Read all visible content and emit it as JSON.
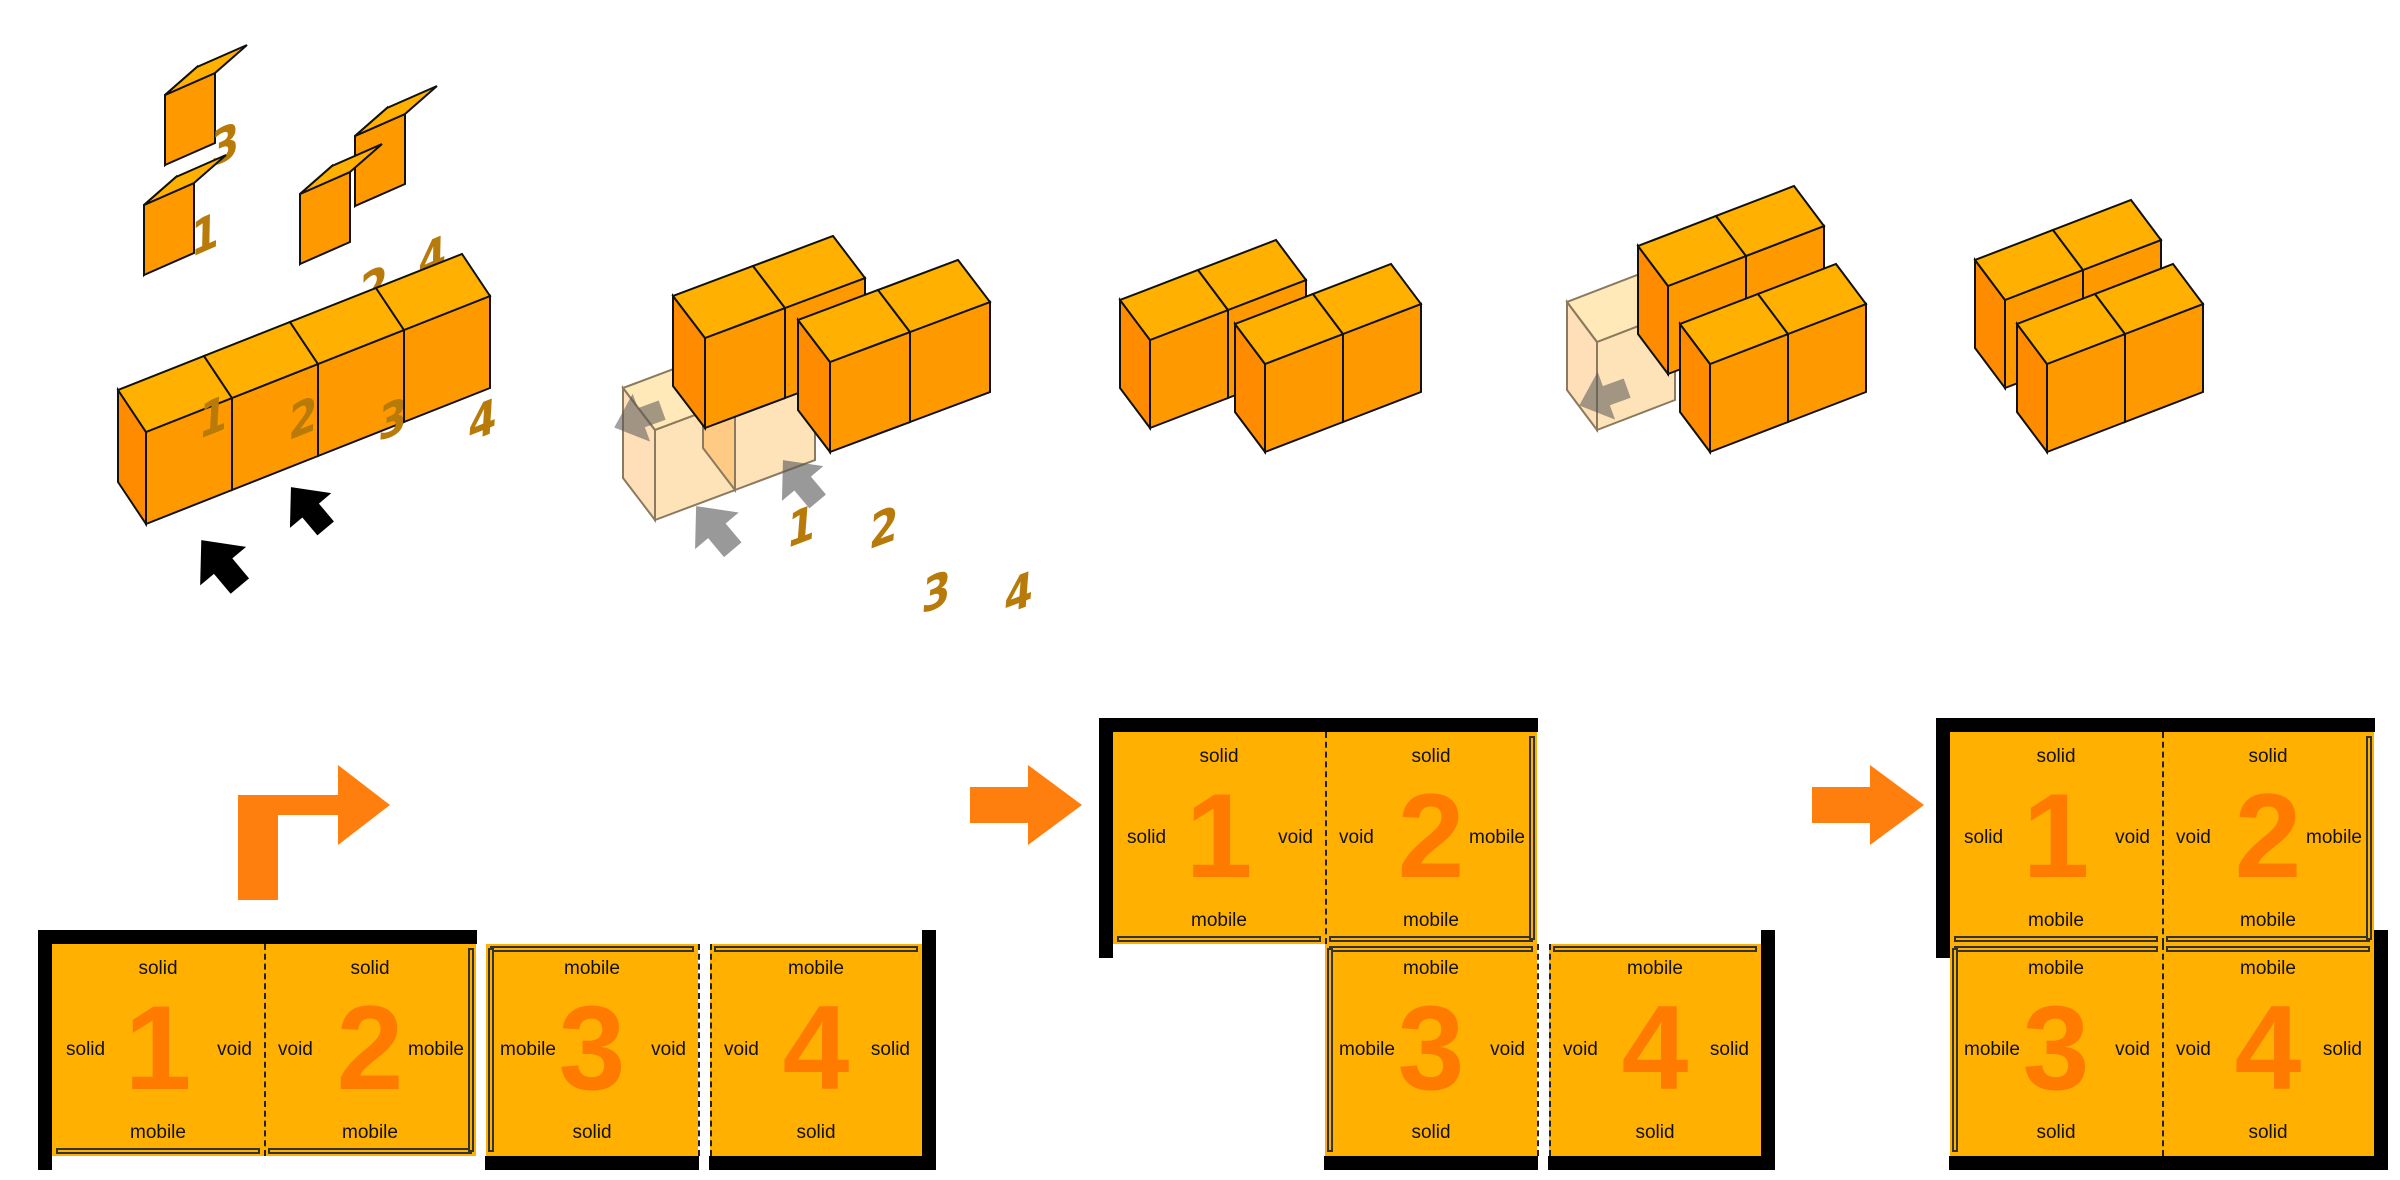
{
  "cube_numbers": [
    "1",
    "2",
    "3",
    "4"
  ],
  "edge_labels": {
    "solid": "solid",
    "void": "void",
    "mobile": "mobile"
  },
  "colors": {
    "tile": "#ffb000",
    "number": "#ff7b00",
    "arrow": "#ff7f0e",
    "solid": "#000000",
    "cube_top": "#ffb000",
    "cube_side": "#ff8c00",
    "cube_front": "#ff9900"
  },
  "stages": [
    {
      "tiles": [
        {
          "number": "1",
          "top": "solid",
          "bottom": "mobile",
          "left": "solid",
          "right": "void"
        },
        {
          "number": "2",
          "top": "solid",
          "bottom": "mobile",
          "left": "void",
          "right": "mobile"
        },
        {
          "number": "3",
          "top": "mobile",
          "bottom": "solid",
          "left": "mobile",
          "right": "void"
        },
        {
          "number": "4",
          "top": "mobile",
          "bottom": "solid",
          "left": "void",
          "right": "solid"
        }
      ]
    },
    {
      "tiles": [
        {
          "number": "1",
          "top": "solid",
          "bottom": "mobile",
          "left": "solid",
          "right": "void"
        },
        {
          "number": "2",
          "top": "solid",
          "bottom": "mobile",
          "left": "void",
          "right": "mobile"
        },
        {
          "number": "3",
          "top": "mobile",
          "bottom": "solid",
          "left": "mobile",
          "right": "void"
        },
        {
          "number": "4",
          "top": "mobile",
          "bottom": "solid",
          "left": "void",
          "right": "solid"
        }
      ]
    },
    {
      "tiles": [
        {
          "number": "1",
          "top": "solid",
          "bottom": "mobile",
          "left": "solid",
          "right": "void"
        },
        {
          "number": "2",
          "top": "solid",
          "bottom": "mobile",
          "left": "void",
          "right": "mobile"
        },
        {
          "number": "3",
          "top": "mobile",
          "bottom": "solid",
          "left": "mobile",
          "right": "void"
        },
        {
          "number": "4",
          "top": "mobile",
          "bottom": "solid",
          "left": "void",
          "right": "solid"
        }
      ]
    }
  ]
}
